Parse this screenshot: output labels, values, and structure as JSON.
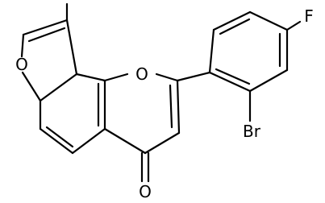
{
  "molecule": {
    "atoms": {
      "furan_o": "O",
      "pyran_o": "O",
      "carbonyl_o": "O",
      "fluorine": "F",
      "bromine": "Br"
    }
  }
}
